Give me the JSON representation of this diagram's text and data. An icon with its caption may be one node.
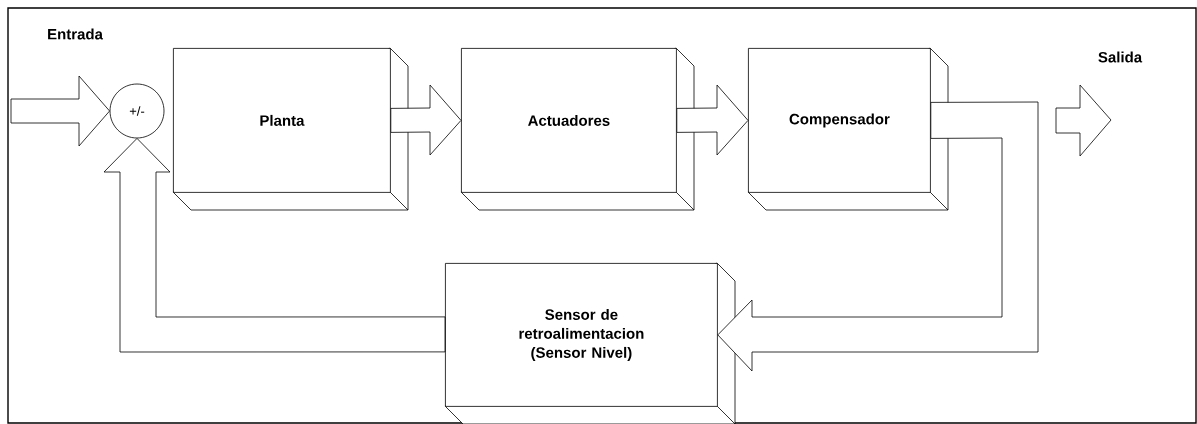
{
  "diagram": {
    "nodes": [
      {
        "text": [
          "+/-"
        ]
      },
      {
        "text": [
          "Planta"
        ]
      },
      {
        "text": [
          "Actuadores"
        ]
      },
      {
        "text": [
          "Compensador"
        ]
      },
      {
        "text": [
          "Sensor de retroalimentacion (Sensor Nivel)"
        ]
      }
    ],
    "edges": [
      {
        "from": null,
        "to": 0,
        "arrow": "to"
      },
      {
        "from": 1,
        "to": 2,
        "arrow": "to"
      },
      {
        "from": 2,
        "to": 3,
        "arrow": "to"
      },
      {
        "from": 3,
        "to": 4,
        "arrow": "to"
      },
      {
        "from": 4,
        "to": 0,
        "arrow": "to"
      }
    ],
    "labels": [
      "Entrada",
      "Salida"
    ]
  }
}
